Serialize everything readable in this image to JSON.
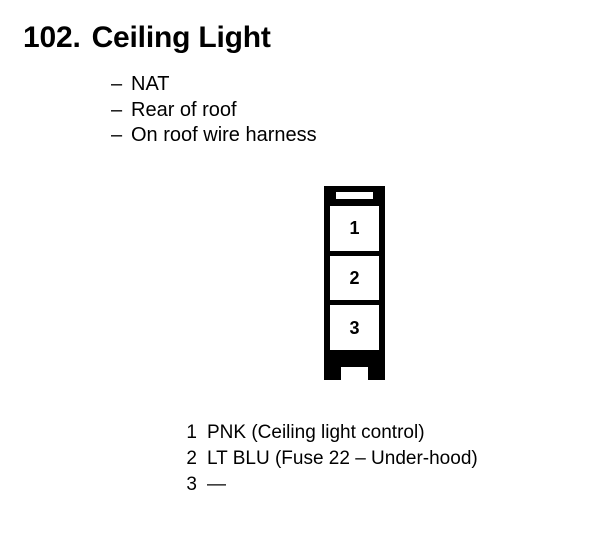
{
  "page": {
    "background_color": "#ffffff",
    "ink_color": "#000000"
  },
  "header": {
    "number": "102.",
    "title": "Ceiling Light"
  },
  "attributes": [
    {
      "dash": "–",
      "label": "NAT"
    },
    {
      "dash": "–",
      "label": "Rear of roof"
    },
    {
      "dash": "–",
      "label": "On roof wire harness"
    }
  ],
  "connector": {
    "name": "3-pin vertical connector",
    "pins": [
      {
        "number": "1"
      },
      {
        "number": "2"
      },
      {
        "number": "3"
      }
    ]
  },
  "pin_legend": [
    {
      "pin": "1",
      "description": "PNK (Ceiling light control)"
    },
    {
      "pin": "2",
      "description": "LT BLU (Fuse 22 – Under-hood)"
    },
    {
      "pin": "3",
      "description": "—"
    }
  ]
}
